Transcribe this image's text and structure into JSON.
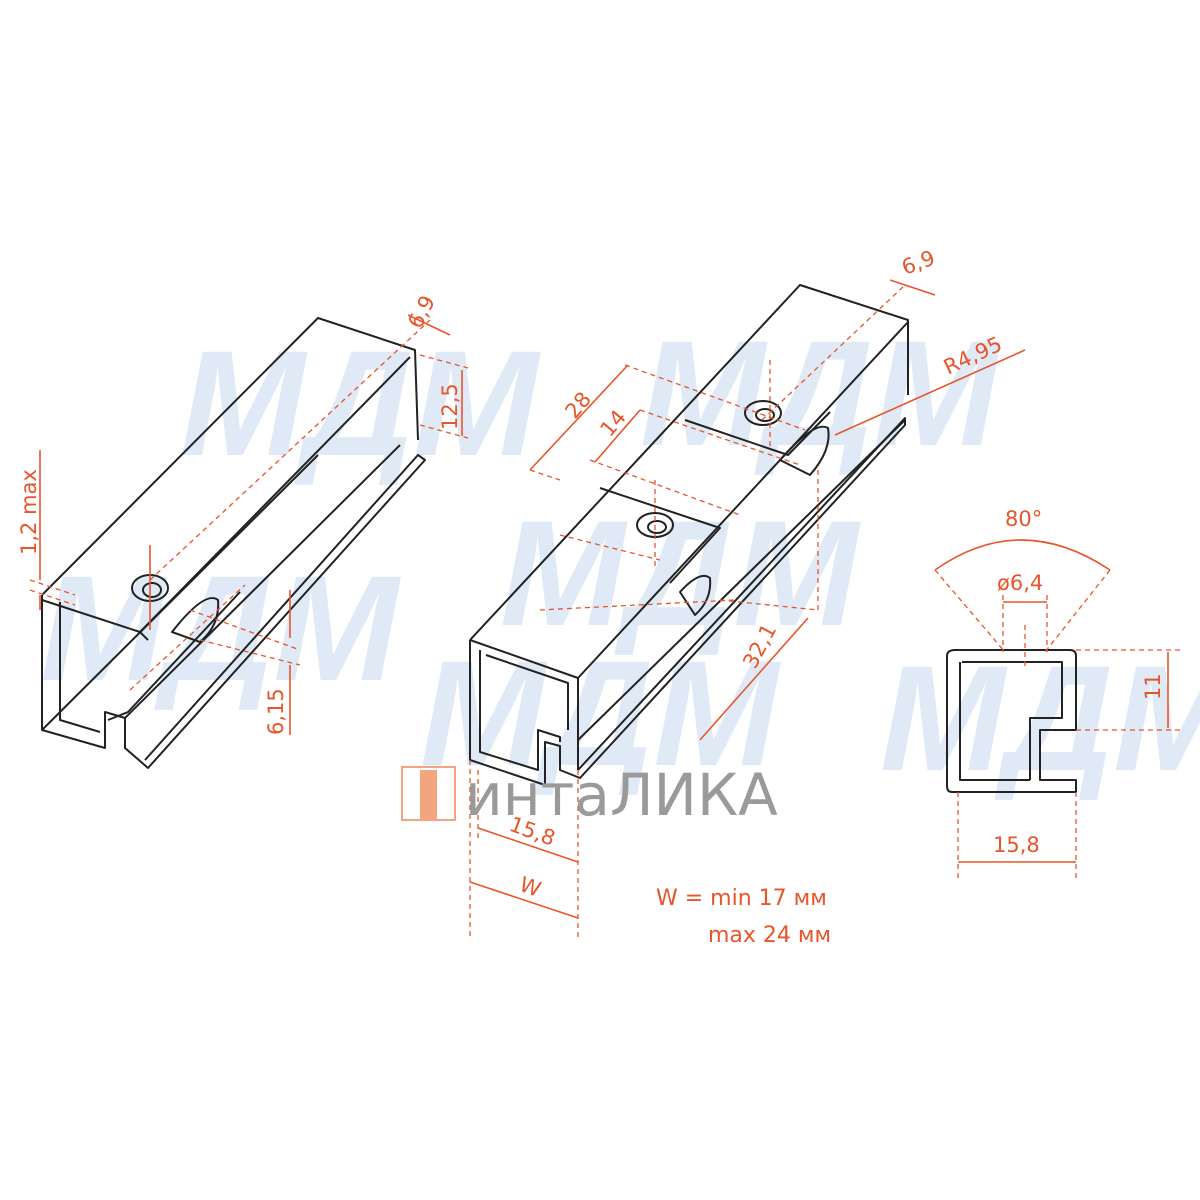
{
  "watermark": {
    "text": "МДМ"
  },
  "logo": {
    "text": "интаЛИКА",
    "color": "#f4a47f"
  },
  "colors": {
    "dimension": "#e8552a",
    "outline": "#222222"
  },
  "left_view": {
    "dims": {
      "d1": "6,9",
      "d2": "12,5",
      "d3": "1,2 max",
      "d4": "6,15"
    }
  },
  "middle_view": {
    "dims": {
      "d1": "6,9",
      "d2": "R4,95",
      "d3": "28",
      "d4": "14",
      "d5": "32,1",
      "d6": "15,8",
      "d7": "W"
    },
    "note_line1": "W = min 17 мм",
    "note_line2": "max 24 мм"
  },
  "section_view": {
    "dims": {
      "angle": "80°",
      "hole": "ø6,4",
      "height": "11",
      "width": "15,8"
    }
  }
}
